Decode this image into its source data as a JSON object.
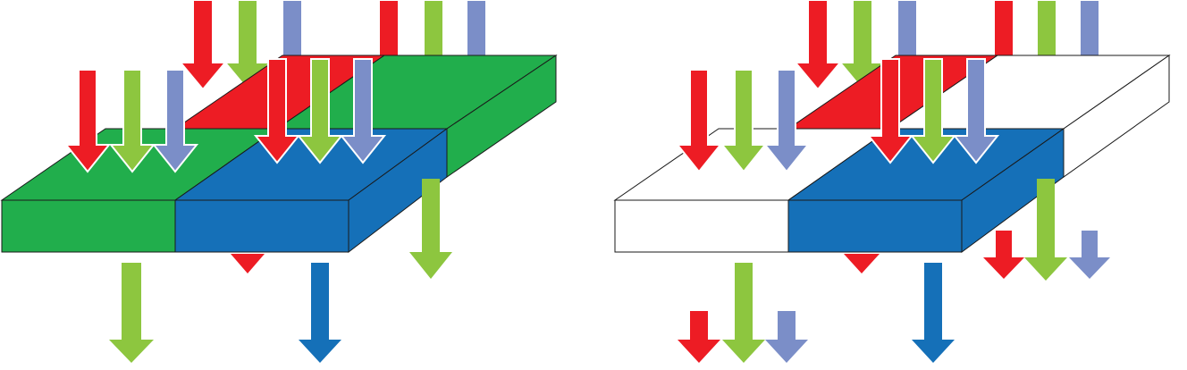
{
  "colors": {
    "red": "#ed1c24",
    "green": "#8dc63f",
    "blue_light": "#7b8ec8",
    "blue_dark": "#1570b8",
    "filter_green": "#21ae4c",
    "filter_blue": "#1570b8",
    "filter_red": "#ed1c24",
    "outline": "#1a1a1a",
    "white": "#ffffff"
  },
  "panels": [
    {
      "name": "bayer-color-filter-panel",
      "filters": [
        "green",
        "blue",
        "red",
        "green"
      ]
    },
    {
      "name": "rgbw-filter-panel",
      "filters": [
        "white",
        "blue",
        "red",
        "white"
      ]
    }
  ]
}
